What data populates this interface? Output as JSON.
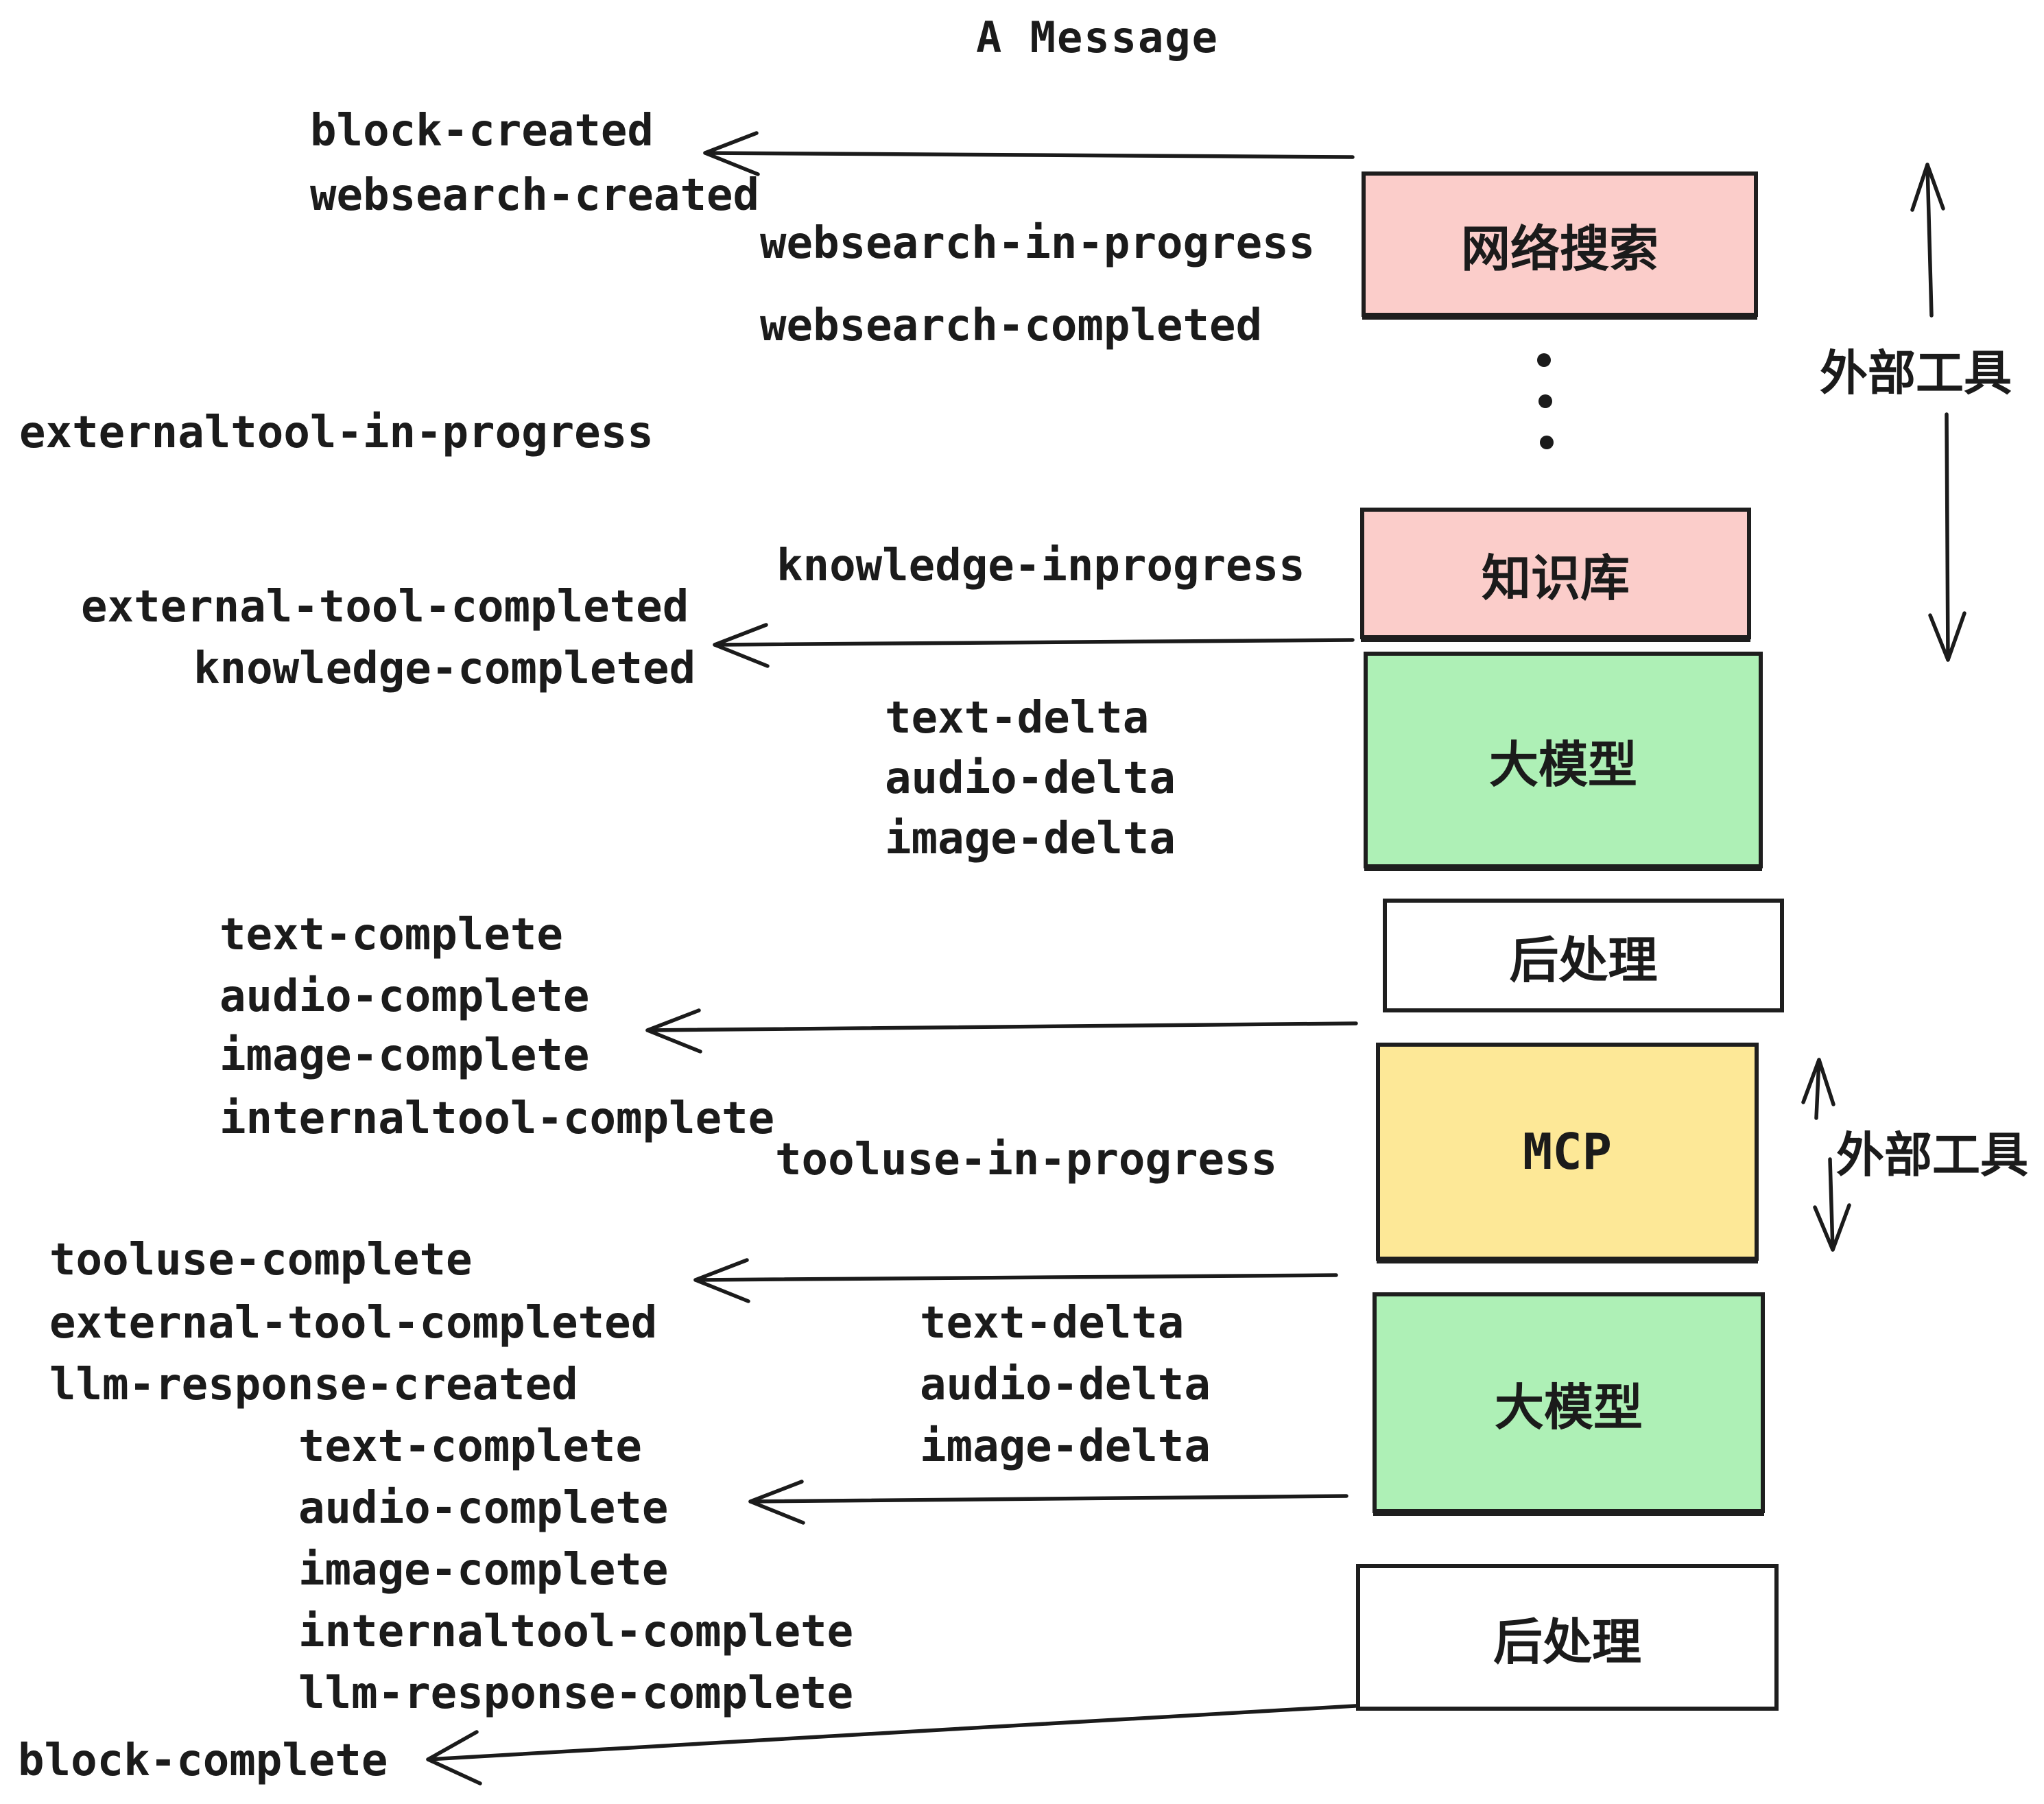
{
  "title": "A Message",
  "boxes": {
    "websearch": {
      "label": "网络搜索"
    },
    "knowledge": {
      "label": "知识库"
    },
    "llm_1": {
      "label": "大模型"
    },
    "postprocess_1": {
      "label": "后处理"
    },
    "mcp": {
      "label": "MCP"
    },
    "llm_2": {
      "label": "大模型"
    },
    "postprocess_2": {
      "label": "后处理"
    }
  },
  "side_labels": {
    "external_tools_top": "外部工具",
    "external_tools_mcp": "外部工具"
  },
  "events": {
    "block_created": "block-created",
    "websearch_created": "websearch-created",
    "websearch_in_progress": "websearch-in-progress",
    "websearch_completed": "websearch-completed",
    "externaltool_in_progress": "externaltool-in-progress",
    "knowledge_inprogress": "knowledge-inprogress",
    "external_tool_completed_1": "external-tool-completed",
    "knowledge_completed": "knowledge-completed",
    "text_delta_1": "text-delta",
    "audio_delta_1": "audio-delta",
    "image_delta_1": "image-delta",
    "text_complete_1": "text-complete",
    "audio_complete_1": "audio-complete",
    "image_complete_1": "image-complete",
    "internaltool_complete_1": "internaltool-complete",
    "tooluse_in_progress": "tooluse-in-progress",
    "tooluse_complete": "tooluse-complete",
    "external_tool_completed_2": "external-tool-completed",
    "llm_response_created": "llm-response-created",
    "text_delta_2": "text-delta",
    "audio_delta_2": "audio-delta",
    "image_delta_2": "image-delta",
    "text_complete_2": "text-complete",
    "audio_complete_2": "audio-complete",
    "image_complete_2": "image-complete",
    "internaltool_complete_2": "internaltool-complete",
    "llm_response_complete": "llm-response-complete",
    "block_complete": "block-complete"
  },
  "colors": {
    "pink": "#fbcdca",
    "green": "#aef0b6",
    "yellow": "#fde897",
    "line": "#1b1b1b",
    "background": "#ffffff"
  }
}
